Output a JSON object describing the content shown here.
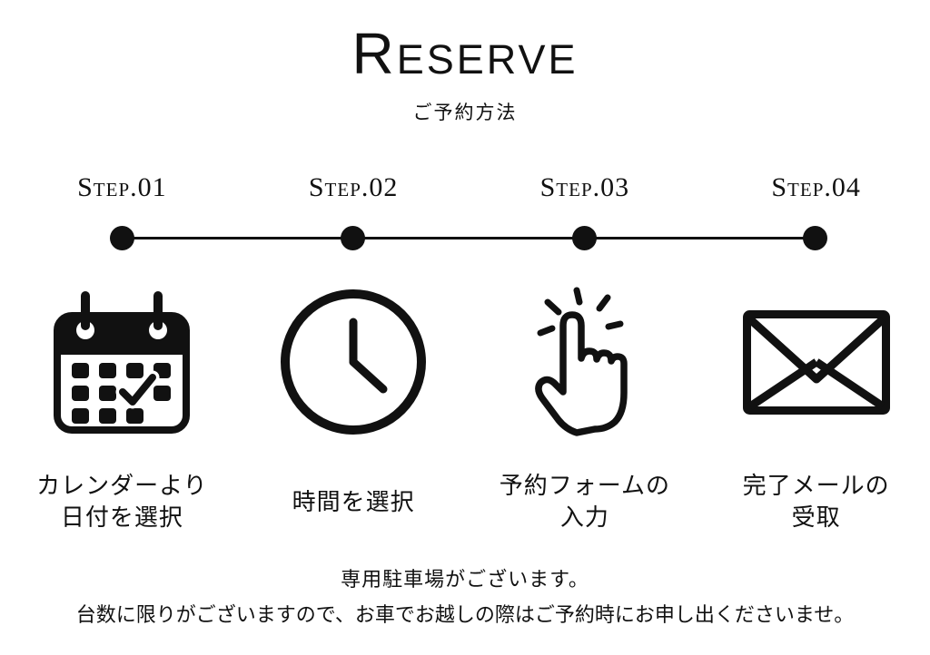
{
  "page": {
    "title": "Reserve",
    "subtitle": "ご予約方法"
  },
  "colors": {
    "ink": "#111111",
    "background": "#ffffff"
  },
  "steps": [
    {
      "label": "Step.01",
      "icon": "calendar-icon",
      "caption_line1": "カレンダーより",
      "caption_line2": "日付を選択"
    },
    {
      "label": "Step.02",
      "icon": "clock-icon",
      "caption_line1": "時間を選択",
      "caption_line2": ""
    },
    {
      "label": "Step.03",
      "icon": "tap-hand-icon",
      "caption_line1": "予約フォームの",
      "caption_line2": "入力"
    },
    {
      "label": "Step.04",
      "icon": "envelope-icon",
      "caption_line1": "完了メールの",
      "caption_line2": "受取"
    }
  ],
  "footer": {
    "line1": "専用駐車場がございます。",
    "line2": "台数に限りがございますので、お車でお越しの際はご予約時にお申し出くださいませ。"
  }
}
